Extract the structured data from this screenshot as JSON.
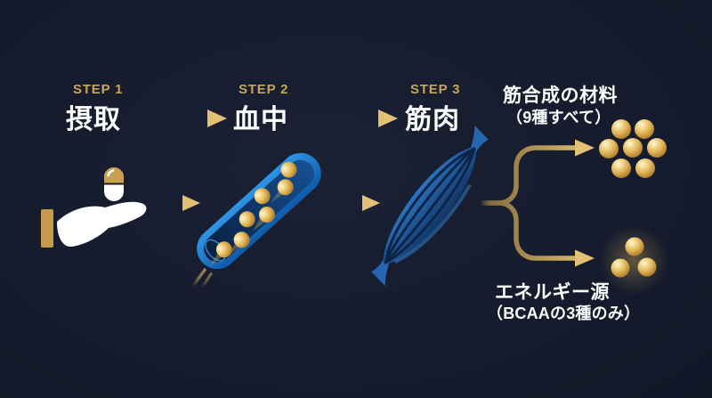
{
  "steps": [
    {
      "label": "STEP 1",
      "title": "摂取",
      "icon": "hand-offering-capsule"
    },
    {
      "label": "STEP 2",
      "title": "血中",
      "icon": "blood-vessel-with-amino-spheres"
    },
    {
      "label": "STEP 3",
      "title": "筋肉",
      "icon": "muscle"
    }
  ],
  "outcomes": [
    {
      "title": "筋合成の材料",
      "subtitle": "（9種すべて）",
      "icon": "gold-sphere-cluster",
      "sphere_count": 7
    },
    {
      "title": "エネルギー源",
      "subtitle": "（BCAAの3種のみ）",
      "icon": "glowing-gold-sphere-trio",
      "sphere_count": 3
    }
  ],
  "colors": {
    "background": "#141a2b",
    "gold_text": "#c9a553",
    "gold_arrow": "#e2c075",
    "text_white": "#ffffff",
    "vessel_blue": "#1a7fd2",
    "vessel_lumen": "#0a2b52",
    "muscle_blue": "#1b4f94",
    "sphere_gold": "#ddb055"
  }
}
